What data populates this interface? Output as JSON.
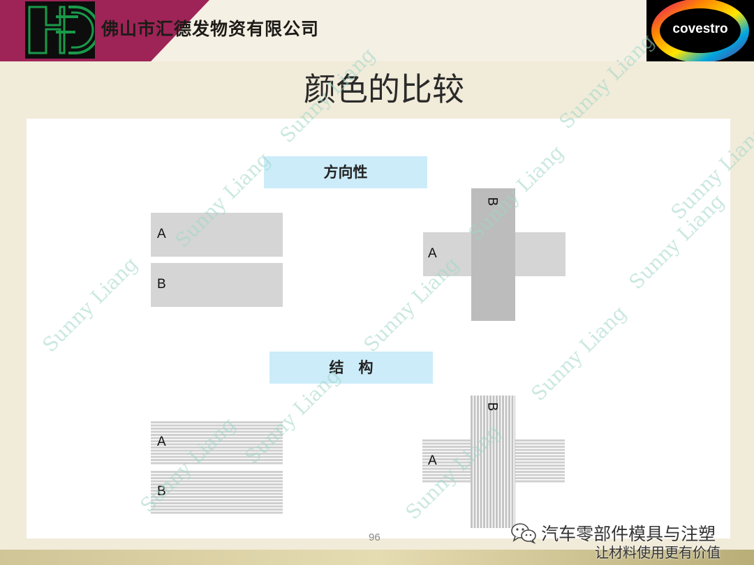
{
  "header": {
    "company_name": "佛山市汇德发物资有限公司",
    "brand_logo": "covestro",
    "colors": {
      "band": "#9e2457",
      "logo_green": "#1a9a4a"
    }
  },
  "slide": {
    "title": "颜色的比较",
    "sections": [
      {
        "label": "方向性"
      },
      {
        "label": "结　构"
      }
    ],
    "sample_labels": {
      "a": "A",
      "b": "B"
    },
    "page_number": "96"
  },
  "watermark": {
    "text": "Sunny Liang"
  },
  "footer": {
    "wechat_icon": "wechat-icon",
    "wechat_account": "汽车零部件模具与注塑",
    "slogan": "让材料使用更有价值"
  }
}
